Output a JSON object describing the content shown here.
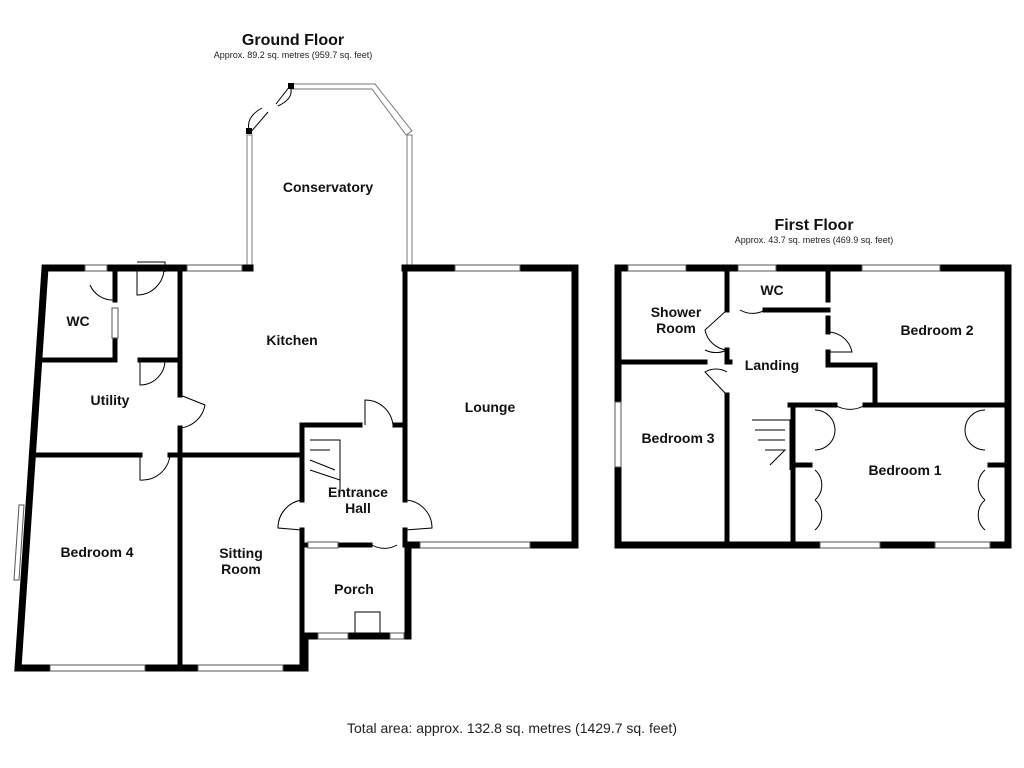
{
  "ground_floor": {
    "title": "Ground Floor",
    "area": "Approx. 89.2 sq. metres (959.7 sq. feet)",
    "rooms": {
      "conservatory": "Conservatory",
      "wc": "WC",
      "kitchen": "Kitchen",
      "utility": "Utility",
      "lounge": "Lounge",
      "entrance_hall_1": "Entrance",
      "entrance_hall_2": "Hall",
      "bedroom4": "Bedroom 4",
      "sitting_1": "Sitting",
      "sitting_2": "Room",
      "porch": "Porch"
    }
  },
  "first_floor": {
    "title": "First Floor",
    "area": "Approx. 43.7 sq. metres (469.9 sq. feet)",
    "rooms": {
      "shower_1": "Shower",
      "shower_2": "Room",
      "wc": "WC",
      "bedroom2": "Bedroom 2",
      "landing": "Landing",
      "bedroom3": "Bedroom 3",
      "bedroom1": "Bedroom 1"
    }
  },
  "total_area": "Total area: approx. 132.8 sq. metres (1429.7 sq. feet)"
}
